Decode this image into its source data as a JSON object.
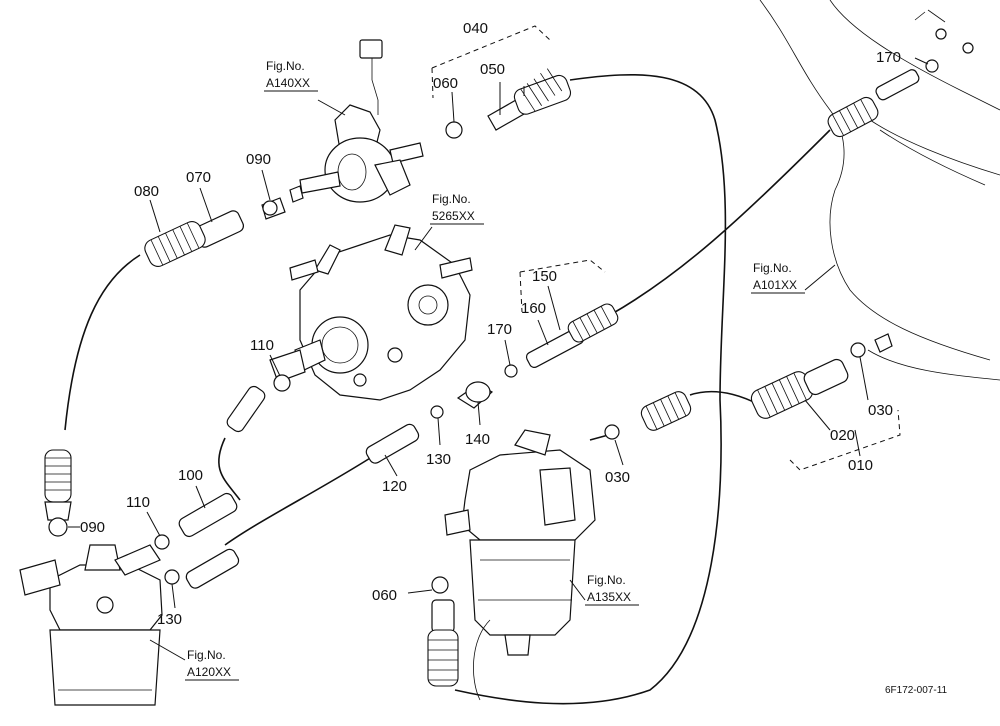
{
  "part_labels": {
    "p040": "040",
    "p050": "050",
    "p060_top": "060",
    "p090_top": "090",
    "p070": "070",
    "p080": "080",
    "p170_top": "170",
    "p150": "150",
    "p160": "160",
    "p170_mid": "170",
    "p110_top": "110",
    "p140": "140",
    "p130_mid": "130",
    "p120": "120",
    "p100": "100",
    "p110_low": "110",
    "p090_low": "090",
    "p130_low": "130",
    "p060_low": "060",
    "p030_mid": "030",
    "p020": "020",
    "p030_right": "030",
    "p010": "010"
  },
  "figure_refs": {
    "a140": {
      "line1": "Fig.No.",
      "line2": "A140XX"
    },
    "s5265": {
      "line1": "Fig.No.",
      "line2": "5265XX"
    },
    "a101": {
      "line1": "Fig.No.",
      "line2": "A101XX"
    },
    "a135": {
      "line1": "Fig.No.",
      "line2": "A135XX"
    },
    "a120": {
      "line1": "Fig.No.",
      "line2": "A120XX"
    }
  },
  "drawing_code": "6F172-007-11"
}
